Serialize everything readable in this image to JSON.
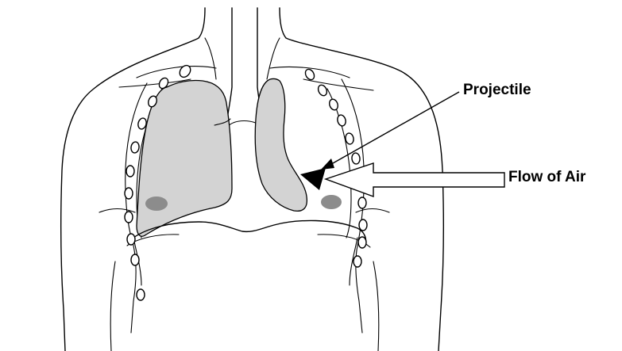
{
  "labels": {
    "projectile": "Projectile",
    "flow_of_air": "Flow of Air"
  },
  "colors": {
    "lung_fill": "#d3d3d3",
    "spot_fill": "#8c8c8c",
    "line": "#000000",
    "background": "#ffffff"
  },
  "icons": {
    "projectile": "black-triangle",
    "air_flow": "hollow-left-arrow"
  }
}
